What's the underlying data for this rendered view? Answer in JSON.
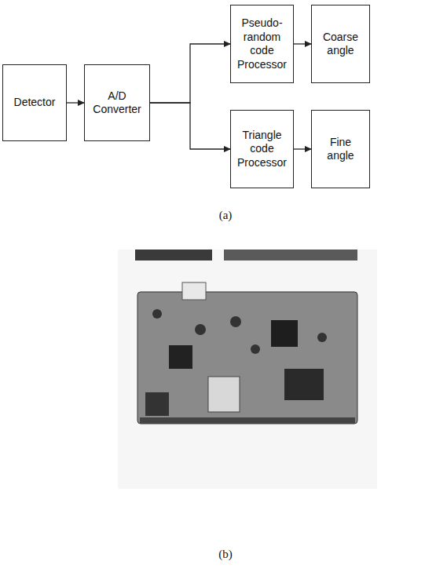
{
  "diagram": {
    "nodes": [
      {
        "text": [
          "Detector"
        ]
      },
      {
        "text": [
          "A/D Converter"
        ]
      },
      {
        "text": [
          "Pseudo- random code Processor"
        ]
      },
      {
        "text": [
          "Coarse angle"
        ]
      },
      {
        "text": [
          "Triangle code Processor"
        ]
      },
      {
        "text": [
          "Fine angle"
        ]
      }
    ],
    "edges": [
      {
        "from": 0,
        "to": 1,
        "arrow": "to"
      },
      {
        "from": 1,
        "to": 2,
        "arrow": "to"
      },
      {
        "from": 1,
        "to": 4,
        "arrow": "to"
      },
      {
        "from": 2,
        "to": 3,
        "arrow": "to"
      },
      {
        "from": 4,
        "to": 5,
        "arrow": "to"
      }
    ],
    "labels": [
      "(a)",
      "(b)"
    ]
  }
}
